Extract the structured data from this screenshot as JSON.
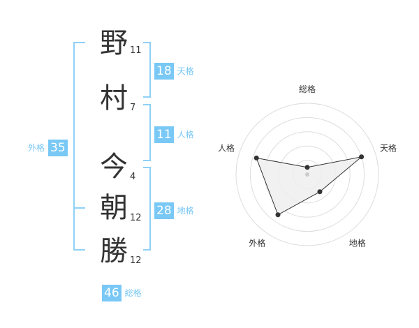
{
  "characters": [
    {
      "kanji": "野",
      "strokes": "11"
    },
    {
      "kanji": "村",
      "strokes": "7"
    },
    {
      "kanji": "今",
      "strokes": "4"
    },
    {
      "kanji": "朝",
      "strokes": "12"
    },
    {
      "kanji": "勝",
      "strokes": "12"
    }
  ],
  "scores": {
    "tenkaku": {
      "value": "18",
      "label": "天格"
    },
    "jinkaku": {
      "value": "11",
      "label": "人格"
    },
    "chikaku": {
      "value": "28",
      "label": "地格"
    },
    "gaikaku": {
      "value": "35",
      "label": "外格"
    },
    "soukaku": {
      "value": "46",
      "label": "総格"
    }
  },
  "chart_data": {
    "type": "radar",
    "axes": [
      "総格",
      "天格",
      "地格",
      "外格",
      "人格"
    ],
    "values": [
      0.1,
      0.8,
      0.3,
      0.7,
      0.75
    ],
    "max": 1,
    "rings": 5,
    "fill_color": "#eeeeee",
    "line_color": "#333333",
    "ring_color": "#dddddd"
  },
  "colors": {
    "accent": "#79c8f5",
    "bracket": "#8fd0f7"
  }
}
